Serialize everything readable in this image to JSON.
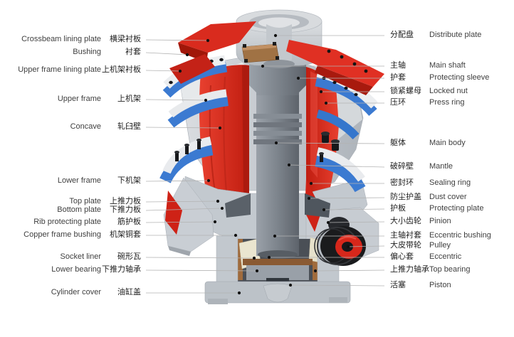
{
  "colors": {
    "background": "#FFFFFF",
    "liner_red": "#D8291D",
    "flange_blue": "#3B7AD1",
    "frame_gray": "#C8CDD2",
    "shaft_gray": "#7D848C",
    "copper_brown": "#A06B3C",
    "bolt_black": "#17181B",
    "leader_line": "#B3B3B3",
    "label_text": "#3F3F3F"
  },
  "labels": {
    "left": [
      {
        "en": "Crossbeam lining plate",
        "zh": "横梁衬板"
      },
      {
        "en": "Bushing",
        "zh": "衬套"
      },
      {
        "en": "Upper frame lining plate",
        "zh": "上机架衬板"
      },
      {
        "en": "Upper frame",
        "zh": "上机架"
      },
      {
        "en": "Concave",
        "zh": "轧臼壁"
      },
      {
        "en": "Lower frame",
        "zh": "下机架"
      },
      {
        "en": "Top plate",
        "zh": "上推力板"
      },
      {
        "en": "Bottom plate",
        "zh": "下推力板"
      },
      {
        "en": "Rib protecting plate",
        "zh": "筋护板"
      },
      {
        "en": "Copper frame bushing",
        "zh": "机架铜套"
      },
      {
        "en": "Socket liner",
        "zh": "碗形瓦"
      },
      {
        "en": "Lower bearing",
        "zh": "下推力轴承"
      },
      {
        "en": "Cylinder cover",
        "zh": "油缸盖"
      }
    ],
    "right": [
      {
        "zh": "分配盘",
        "en": "Distribute plate"
      },
      {
        "zh": "主轴",
        "en": "Main shaft"
      },
      {
        "zh": "护套",
        "en": "Protecting sleeve"
      },
      {
        "zh": "锁紧螺母",
        "en": "Locked nut"
      },
      {
        "zh": "压环",
        "en": "Press ring"
      },
      {
        "zh": "躯体",
        "en": "Main body"
      },
      {
        "zh": "破碎壁",
        "en": "Mantle"
      },
      {
        "zh": "密封环",
        "en": "Sealing ring"
      },
      {
        "zh": "防尘护盖",
        "en": "Dust cover"
      },
      {
        "zh": "护板",
        "en": "Protecting plate"
      },
      {
        "zh": "大小齿轮",
        "en": "Pinion"
      },
      {
        "zh": "主轴衬套",
        "en": "Eccentric bushing"
      },
      {
        "zh": "大皮带轮",
        "en": "Pulley"
      },
      {
        "zh": "偏心套",
        "en": "Eccentric"
      },
      {
        "zh": "上推力轴承",
        "en": "Top bearing"
      },
      {
        "zh": "活塞",
        "en": "Piston"
      }
    ]
  }
}
